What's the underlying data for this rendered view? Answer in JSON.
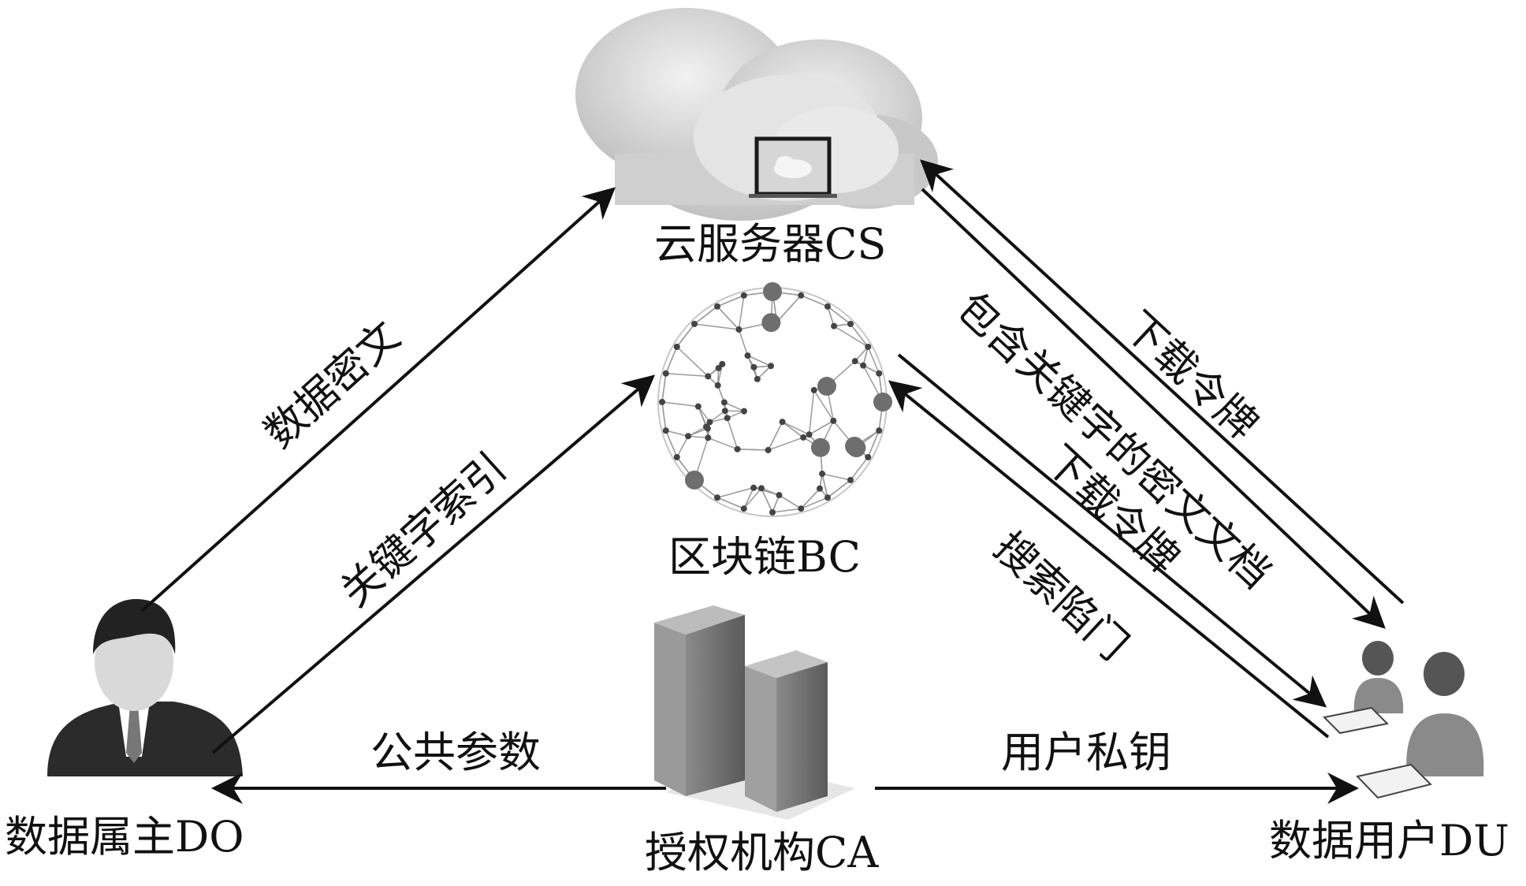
{
  "entities": {
    "cloud": "云服务器CS",
    "blockchain": "区块链BC",
    "owner": "数据属主DO",
    "authority": "授权机构CA",
    "user": "数据用户DU"
  },
  "arrows": {
    "ciphertext": "数据密文",
    "keyword_index": "关键字索引",
    "public_params": "公共参数",
    "user_private_key": "用户私钥",
    "download_token_cs": "下载令牌",
    "ciphertext_docs_with_keyword": "包含关键字的密文文档",
    "download_token_bc": "下载令牌",
    "search_trapdoor": "搜索陷门"
  }
}
